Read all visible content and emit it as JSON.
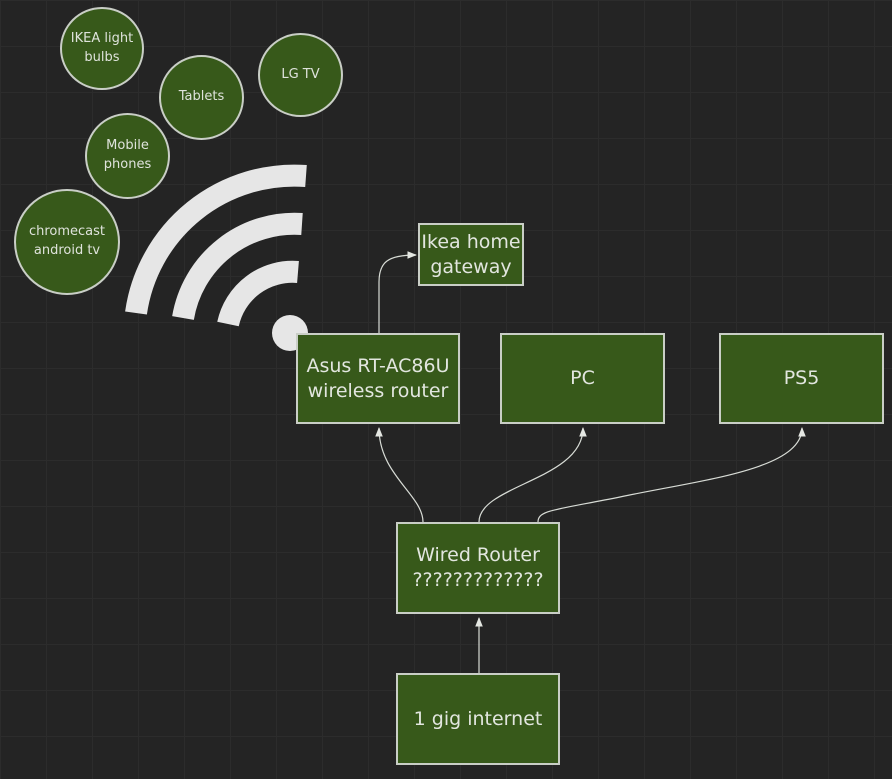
{
  "nodes": {
    "ikea_gateway": "Ikea home\ngateway",
    "asus_router": "Asus RT-AC86U\nwireless router",
    "pc": "PC",
    "ps5": "PS5",
    "wired_router": "Wired Router\n?????????????",
    "internet": "1 gig internet"
  },
  "wireless_devices": {
    "ikea_bulbs": "IKEA light\nbulbs",
    "tablets": "Tablets",
    "lg_tv": "LG TV",
    "mobile_phones": "Mobile\nphones",
    "chromecast": "chromecast\nandroid tv"
  },
  "connections": [
    {
      "from": "1 gig internet",
      "to": "Wired Router"
    },
    {
      "from": "Wired Router",
      "to": "Asus RT-AC86U"
    },
    {
      "from": "Wired Router",
      "to": "PC"
    },
    {
      "from": "Wired Router",
      "to": "PS5"
    },
    {
      "from": "Asus RT-AC86U",
      "to": "Ikea home gateway"
    }
  ],
  "colors": {
    "background": "#242424",
    "node_fill": "#37591a",
    "node_border": "#c9cec6",
    "link": "#d8dcd6",
    "wifi_symbol": "#e6e6e6"
  },
  "icons": {
    "wifi": "wifi-icon"
  }
}
